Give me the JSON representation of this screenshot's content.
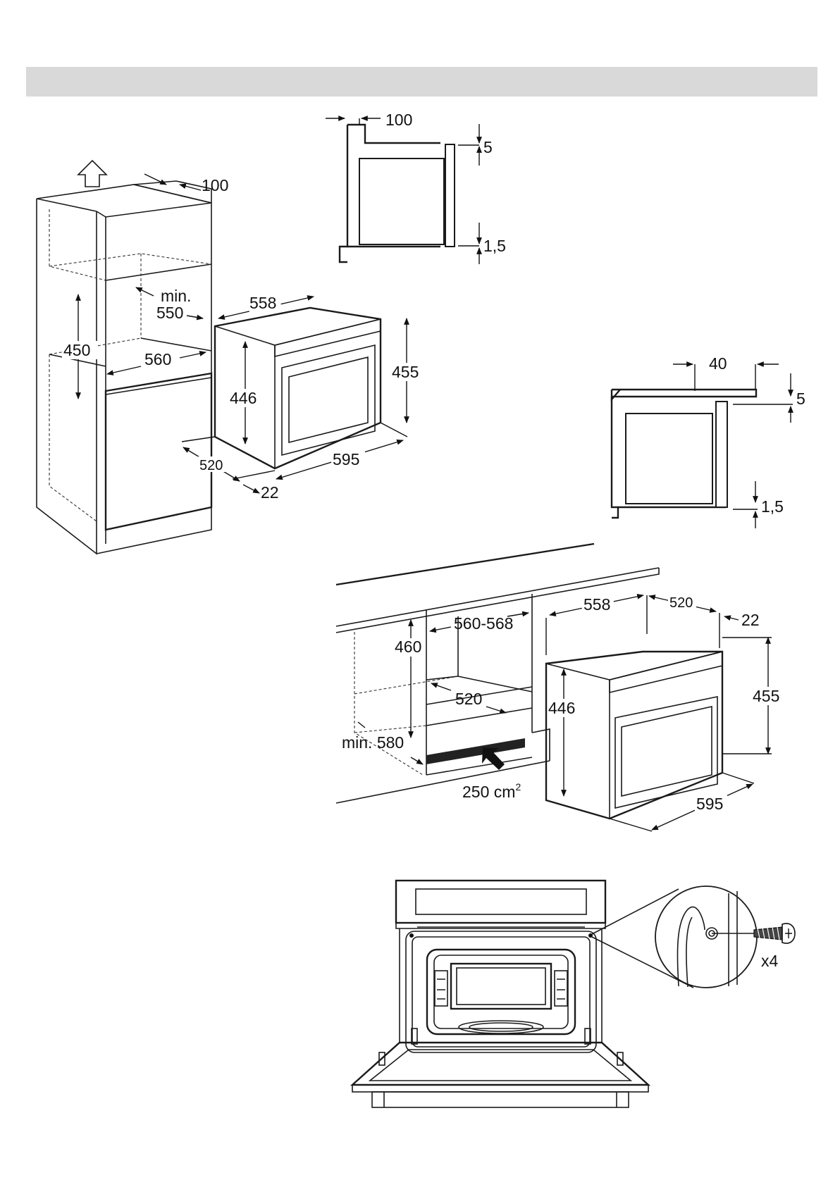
{
  "diagram_1_cabinet_tall": {
    "labels": {
      "top_vent": "100",
      "niche_height": "450",
      "min": "min.",
      "depth_min": "550",
      "width": "560"
    }
  },
  "diagram_2_oven_dims": {
    "labels": {
      "width_top": "558",
      "height_front": "455",
      "height_side": "446",
      "depth": "520",
      "front_thickness": "22",
      "width_front": "595"
    }
  },
  "diagram_3_section_top": {
    "labels": {
      "rear_gap": "100",
      "top_gap": "5",
      "bottom_gap": "1,5"
    }
  },
  "diagram_4_section_under": {
    "labels": {
      "rear_gap": "40",
      "top_gap": "5",
      "bottom_gap": "1,5"
    }
  },
  "diagram_5_undercounter": {
    "labels": {
      "niche_width": "560-568",
      "niche_height": "460",
      "niche_depth": "520",
      "min_depth": "min. 580",
      "vent_area": "250 cm",
      "vent_area_sup": "2",
      "oven_width_top": "558",
      "oven_depth": "520",
      "oven_front": "22",
      "oven_height_front": "455",
      "oven_height_side": "446",
      "oven_width_front": "595"
    }
  },
  "diagram_6_fixing": {
    "labels": {
      "screw_count": "x4"
    }
  }
}
